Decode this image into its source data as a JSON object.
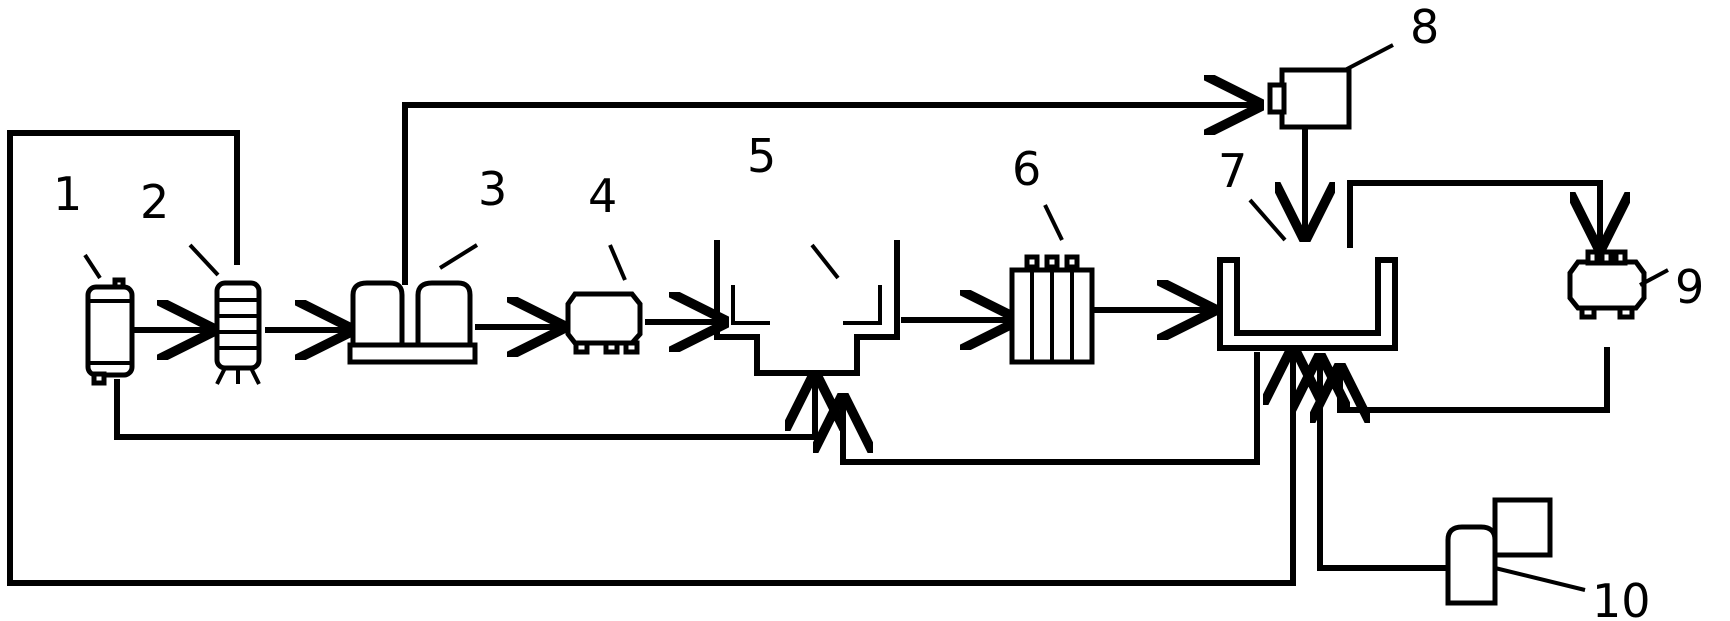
{
  "labels": {
    "n1": "1",
    "n2": "2",
    "n3": "3",
    "n4": "4",
    "n5": "5",
    "n6": "6",
    "n7": "7",
    "n8": "8",
    "n9": "9",
    "n10": "10"
  },
  "colors": {
    "stroke": "#000000",
    "background": "#ffffff"
  }
}
